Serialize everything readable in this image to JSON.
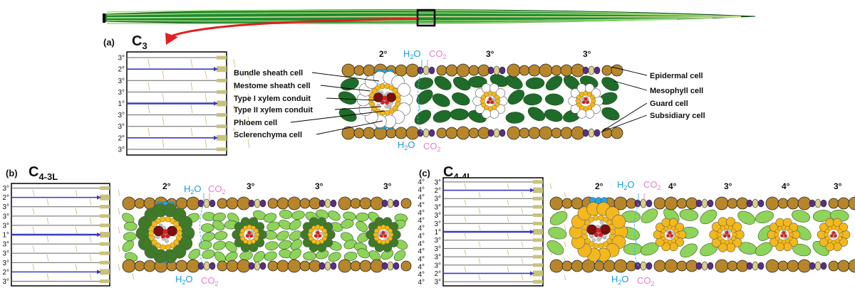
{
  "panels": {
    "a": {
      "letter": "(a)",
      "title": "C",
      "sub": "3"
    },
    "b": {
      "letter": "(b)",
      "title": "C",
      "sub": "4-3L"
    },
    "c": {
      "letter": "(c)",
      "title": "C",
      "sub": "4-4L"
    }
  },
  "vein_orders": {
    "a": [
      "3°",
      "2°",
      "3°",
      "3°",
      "1°",
      "3°",
      "3°",
      "2°",
      "3°"
    ],
    "b": [
      "3°",
      "2°",
      "3°",
      "3°",
      "3°",
      "1°",
      "3°",
      "3°",
      "3°",
      "2°",
      "3°"
    ],
    "c_left": [
      "4°",
      "4°",
      "4°",
      "4°",
      "4°",
      "4°",
      "4°",
      "4°",
      "4°",
      "4°",
      "4°",
      "4°",
      "4°",
      "4°"
    ],
    "c_right": [
      "3°",
      "2°",
      "3°",
      "3°",
      "3°",
      "3°",
      "1°",
      "3°",
      "3°",
      "3°",
      "3°",
      "2°",
      "3°"
    ]
  },
  "section_labels": {
    "a": [
      "2°",
      "3°",
      "3°"
    ],
    "b": [
      "2°",
      "3°",
      "3°",
      "3°"
    ],
    "c": [
      "2°",
      "4°",
      "3°",
      "4°",
      "3°"
    ]
  },
  "gas": {
    "h2o": "H₂O",
    "co2": "CO₂",
    "h2o_base": "H",
    "h2o_sub": "2",
    "h2o_end": "O",
    "co2_base": "CO",
    "co2_sub": "2"
  },
  "cell_labels_left": [
    "Bundle sheath cell",
    "Mestome sheath cell",
    "Type I xylem conduit",
    "Type II xylem conduit",
    "Phloem cell",
    "Sclerenchyma cell"
  ],
  "cell_labels_right": [
    "Epidermal cell",
    "Mesophyll cell",
    "Guard cell",
    "Subsidiary cell"
  ],
  "colors": {
    "leaf_green": "#1f8a2f",
    "leaf_stripe": "#9ddc7a",
    "epidermis": "#b8862a",
    "c3_mesophyll": "#1f6b2a",
    "c4_mesophyll": "#8ed35a",
    "c4_bundle_sheath_dark": "#3f7a28",
    "bundle_sheath_yellow": "#f3b81e",
    "xylem_dark": "#7a1010",
    "xylem_red": "#d42020",
    "phloem": "#c8c8c8",
    "sclerenchyma": "#29a3e0",
    "guard": "#d8cf8a",
    "subsidiary": "#5a2d8a",
    "arrow_red": "#e02020",
    "vein_blue": "#3a3ac0"
  },
  "icons": [
    "leaf-outline-icon",
    "zoom-box-icon",
    "pointer-arrow-icon"
  ]
}
